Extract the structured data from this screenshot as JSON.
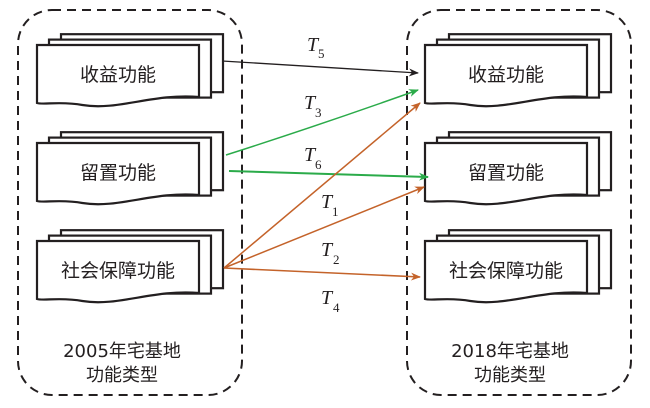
{
  "colors": {
    "black_edge": "#231f20",
    "green_edge": "#2bab4a",
    "orange_edge": "#c4632a",
    "outline": "#231f20"
  },
  "groups": {
    "left": {
      "line1": "2005年宅基地",
      "line2": "功能类型"
    },
    "right": {
      "line1": "2018年宅基地",
      "line2": "功能类型"
    }
  },
  "nodes": {
    "left": [
      {
        "id": "L-income",
        "label": "收益功能"
      },
      {
        "id": "L-retention",
        "label": "留置功能"
      },
      {
        "id": "L-social",
        "label": "社会保障功能"
      }
    ],
    "right": [
      {
        "id": "R-income",
        "label": "收益功能"
      },
      {
        "id": "R-retention",
        "label": "留置功能"
      },
      {
        "id": "R-social",
        "label": "社会保障功能"
      }
    ]
  },
  "edges": [
    {
      "label": "T",
      "sub": "5",
      "from": "L-income",
      "to": "R-income",
      "color": "black"
    },
    {
      "label": "T",
      "sub": "3",
      "from": "L-retention",
      "to": "R-income",
      "color": "green"
    },
    {
      "label": "T",
      "sub": "6",
      "from": "L-retention",
      "to": "R-retention",
      "color": "green"
    },
    {
      "label": "T",
      "sub": "1",
      "from": "L-social",
      "to": "R-income",
      "color": "orange"
    },
    {
      "label": "T",
      "sub": "2",
      "from": "L-social",
      "to": "R-retention",
      "color": "orange"
    },
    {
      "label": "T",
      "sub": "4",
      "from": "L-social",
      "to": "R-social",
      "color": "orange"
    }
  ]
}
